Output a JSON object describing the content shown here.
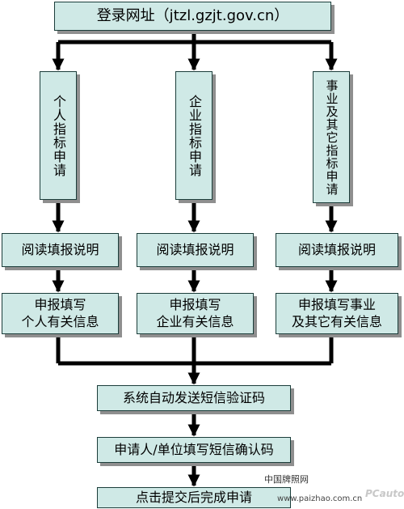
{
  "title": "登录网址（jtzl.gzjt.gov.cn）",
  "columns": [
    {
      "type_label": "个人指标申请",
      "read_label": "阅读填报说明",
      "fill_label": "申报填写\n个人有关信息"
    },
    {
      "type_label": "企业指标申请",
      "read_label": "阅读填报说明",
      "fill_label": "申报填写\n企业有关信息"
    },
    {
      "type_label": "事业及其它指标申请",
      "read_label": "阅读填报说明",
      "fill_label": "申报填写事业\n及其它有关信息"
    }
  ],
  "steps": {
    "sms": "系统自动发送短信验证码",
    "confirm": "申请人/单位填写短信确认码",
    "submit": "点击提交后完成申请"
  },
  "watermark": {
    "site_name": "中国牌照网",
    "url": "www.paizhao.com.cn",
    "logo": "PCauto"
  },
  "colors": {
    "box_fill": "#cfe9e6",
    "box_border": "#1b3d3a",
    "connector": "#000000",
    "shadow": "#8f8f8f"
  }
}
